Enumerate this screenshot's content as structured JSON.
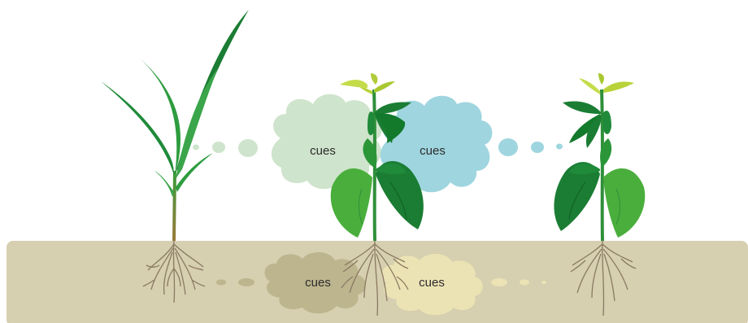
{
  "colors": {
    "soil": "#d6cfb0",
    "cloud_green": "#cfe4cc",
    "cloud_blue": "#9fd5df",
    "cloud_soil_dark": "#bdb58e",
    "cloud_soil_light": "#ece3b5",
    "leaf_dark": "#1f8a3a",
    "leaf_light": "#6dbd45",
    "root": "#8a7a63"
  },
  "icons": [
    "maize-plant-icon",
    "bean-plant-icon",
    "bean-plant-icon"
  ],
  "clouds": {
    "above_left": {
      "label": "cues"
    },
    "above_right": {
      "label": "cues"
    },
    "below_left": {
      "label": "cues"
    },
    "below_right": {
      "label": "cues"
    }
  }
}
